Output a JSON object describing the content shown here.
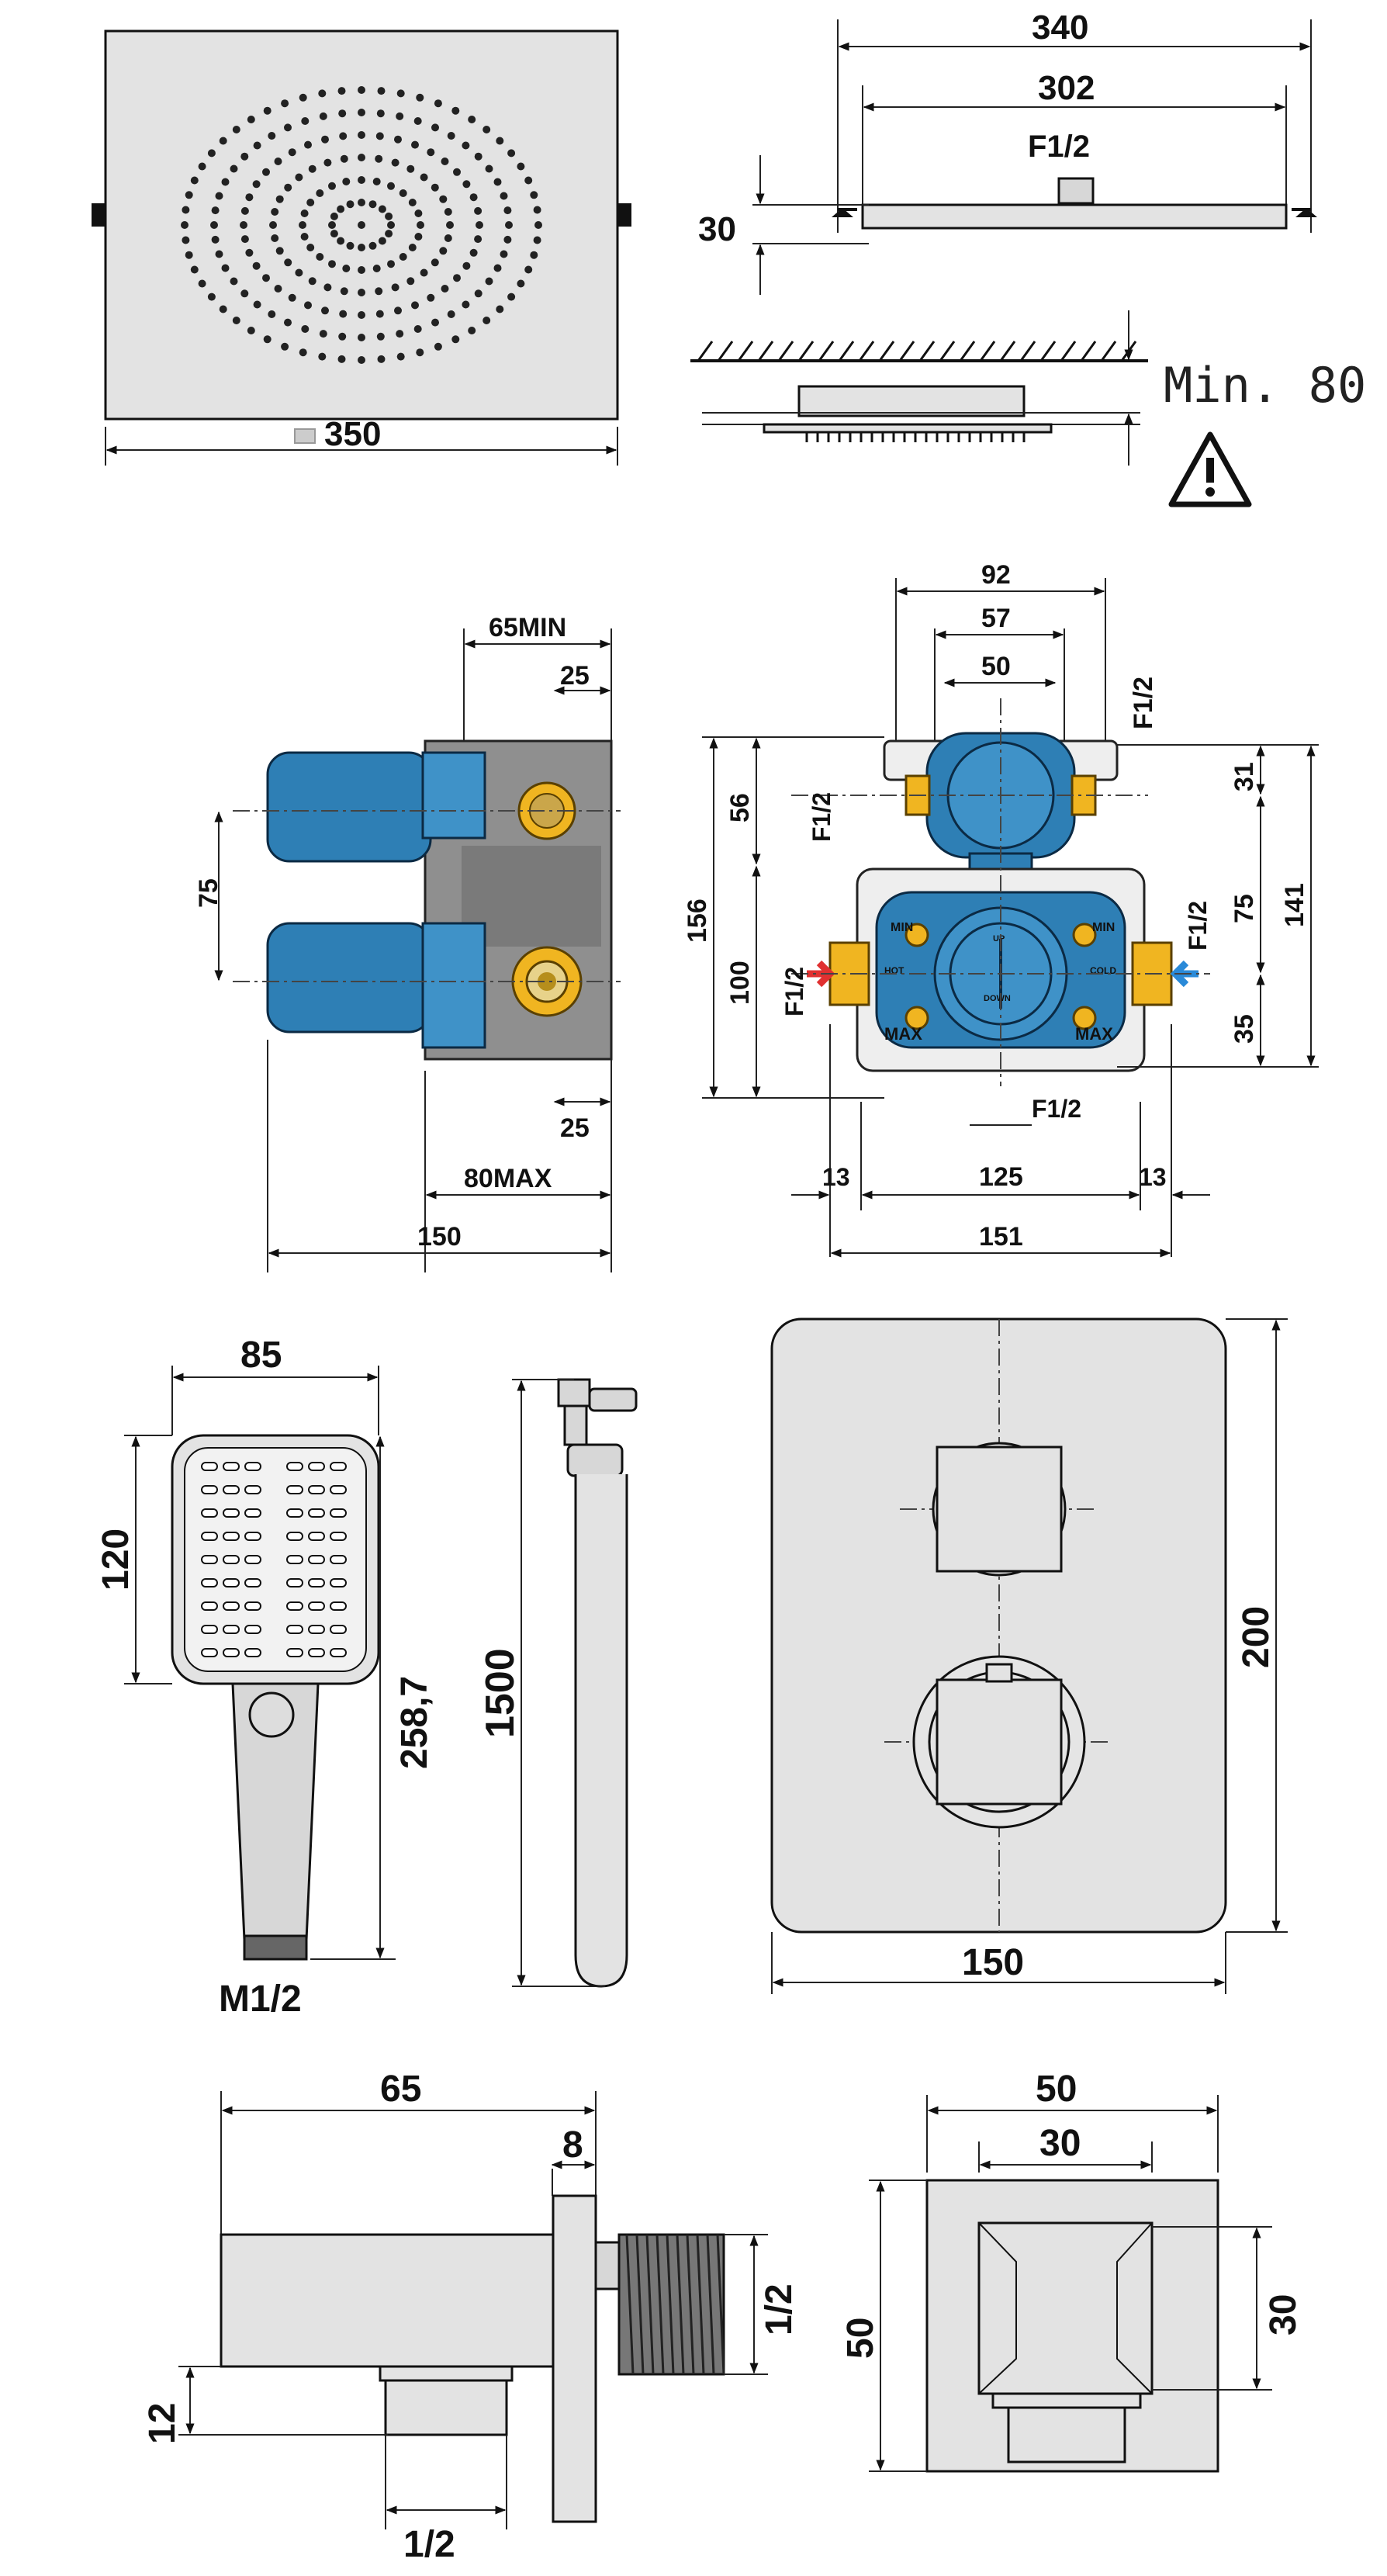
{
  "rain_shower": {
    "top_width": "350",
    "side_overall": "340",
    "side_inner": "302",
    "thread": "F1/2",
    "thickness": "30",
    "ceiling_clearance": "Min. 80"
  },
  "valve_side": {
    "min_depth": "65MIN",
    "top_offset": "25",
    "bottom_offset": "25",
    "spacing": "75",
    "max_depth": "80MAX",
    "total": "150"
  },
  "valve_front": {
    "top_width": "92",
    "mid_width": "57",
    "inner_width": "50",
    "top_thread": "F1/2",
    "left_upper_thread": "F1/2",
    "left_lower_thread": "F1/2",
    "right_thread": "F1/2",
    "bottom_thread": "F1/2",
    "h156": "156",
    "h56": "56",
    "h100": "100",
    "r31": "31",
    "r75": "75",
    "r141": "141",
    "r35": "35",
    "w13_left": "13",
    "w125": "125",
    "w13_right": "13",
    "w151": "151",
    "label_min_left": "MIN",
    "label_min_right": "MIN",
    "label_max_left": "MAX",
    "label_max_right": "MAX",
    "label_hot": "HOT",
    "label_cold": "COLD",
    "label_up": "UP",
    "label_down": "DOWN"
  },
  "hand_shower": {
    "width": "85",
    "head_height": "120",
    "length": "258,7",
    "thread": "M1/2"
  },
  "hose": {
    "length": "1500"
  },
  "plate": {
    "height": "200",
    "width": "150"
  },
  "outlet_side": {
    "length": "65",
    "plate": "8",
    "thread": "1/2",
    "bottom_thread": "1/2",
    "offset": "12"
  },
  "outlet_front": {
    "width": "50",
    "inner": "30",
    "height": "50",
    "inner_height": "30"
  }
}
